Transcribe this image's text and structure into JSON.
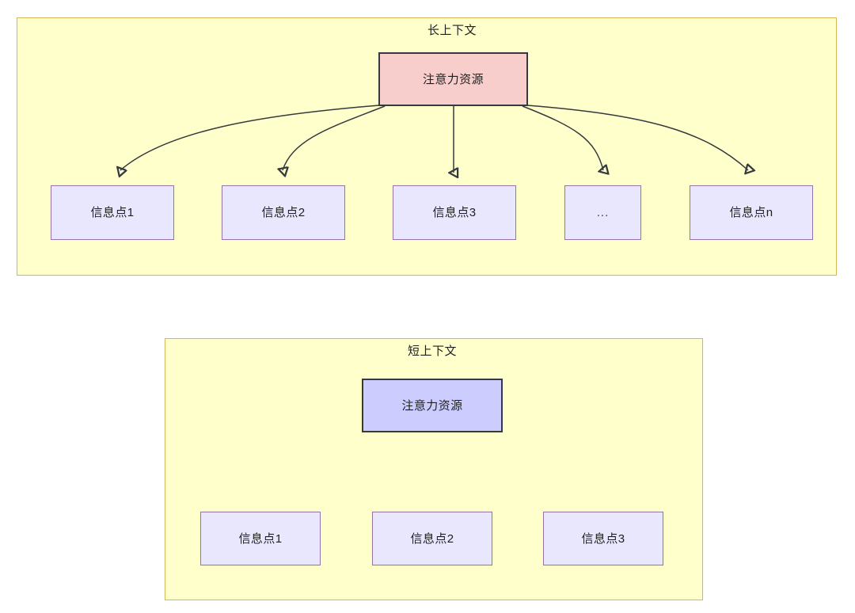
{
  "diagram": {
    "title_hidden": "",
    "colors": {
      "container_fill": "#ffffcc",
      "container_stroke": "#d6b656",
      "attention_long_fill": "#f8cecc",
      "attention_short_fill": "#ccccff",
      "node_stroke_dark": "#36393d",
      "info_fill": "#e9e7fd",
      "info_stroke": "#9673a6",
      "edge_stroke": "#36393d",
      "text_color": "#1f1f1f",
      "page_background": "#ffffff"
    },
    "panels": [
      {
        "id": "long-context",
        "title": "长上下文",
        "root": {
          "label": "注意力资源",
          "fill": "#f8cecc"
        },
        "leaves": [
          {
            "label": "信息点1"
          },
          {
            "label": "信息点2"
          },
          {
            "label": "信息点3"
          },
          {
            "label": "..."
          },
          {
            "label": "信息点n"
          }
        ]
      },
      {
        "id": "short-context",
        "title": "短上下文",
        "root": {
          "label": "注意力资源",
          "fill": "#ccccff"
        },
        "leaves": [
          {
            "label": "信息点1"
          },
          {
            "label": "信息点2"
          },
          {
            "label": "信息点3"
          }
        ]
      }
    ]
  }
}
